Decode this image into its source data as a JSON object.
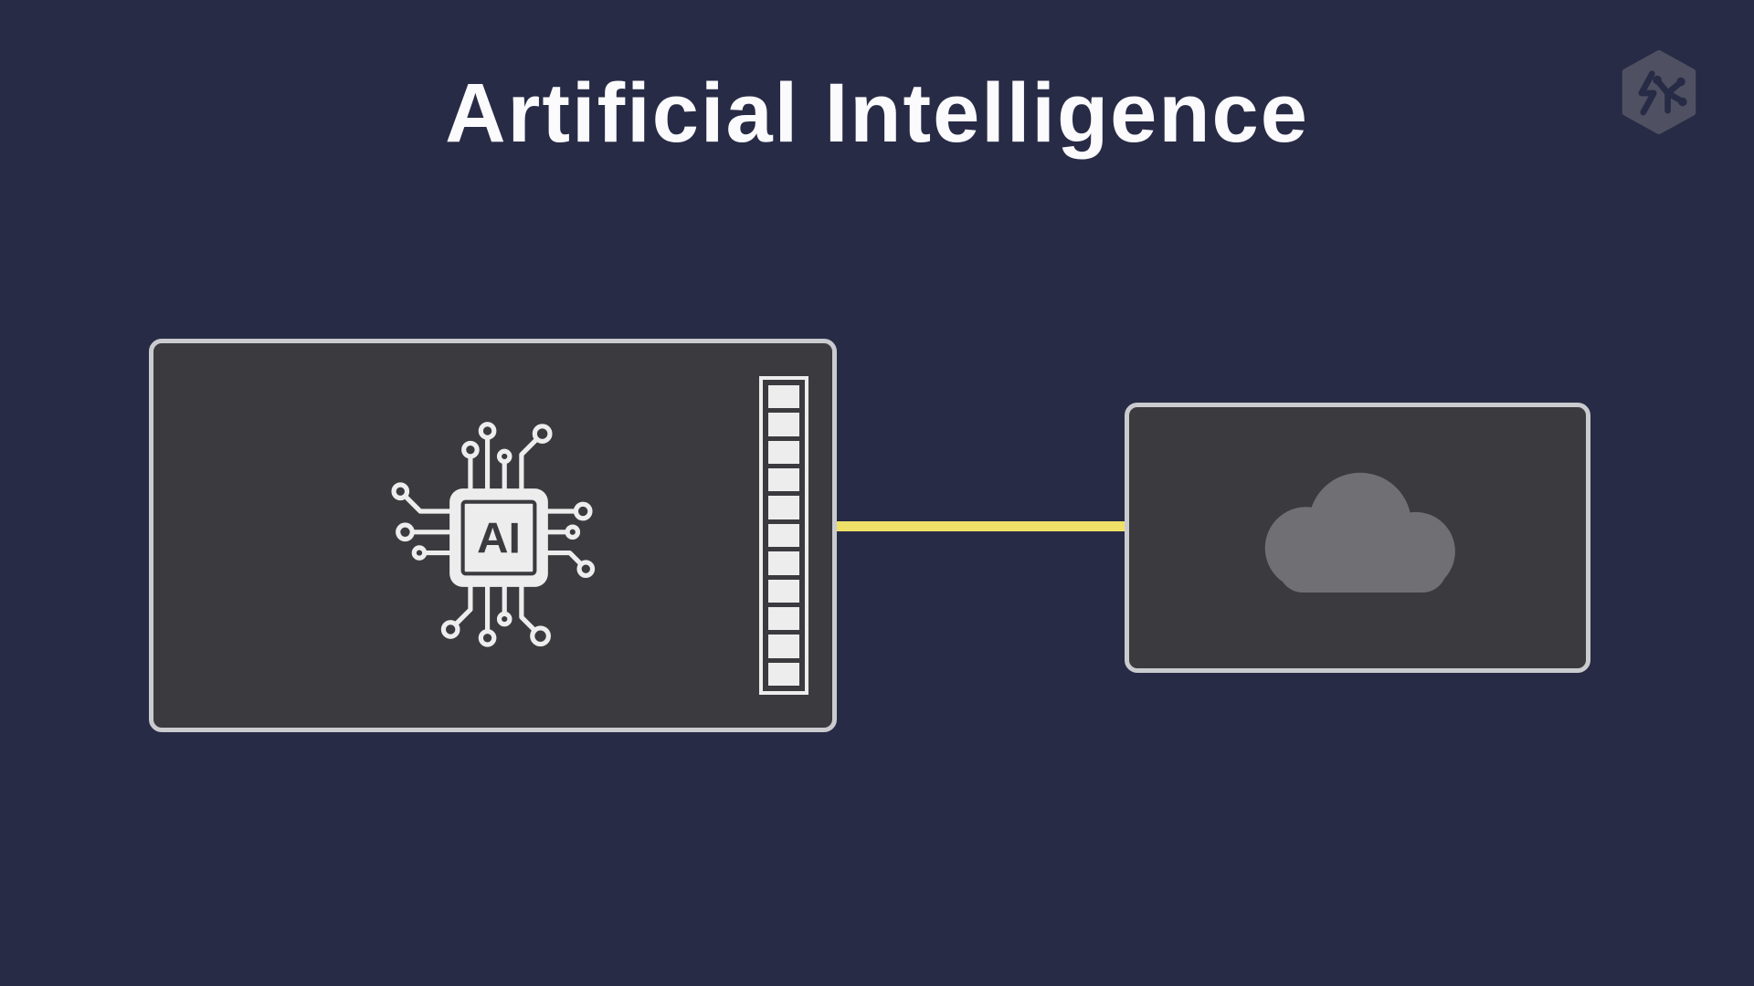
{
  "title": "Artificial Intelligence",
  "colors": {
    "background": "#282b46",
    "box_fill": "#3b3b3f",
    "box_border": "#cacbce",
    "connector_line": "#efe068",
    "chip_fill": "#ededee",
    "chip_text": "#3b3b3f",
    "cloud_fill": "#707074",
    "title_text": "#fbfbfd",
    "logo_fill": "#565868"
  },
  "logo": {
    "icon": "brand-logo-icon"
  },
  "diagram": {
    "chip_label": "AI",
    "nodes": [
      {
        "id": "ai-device",
        "type": "chip-device",
        "icon": "ai-chip-icon"
      },
      {
        "id": "cloud",
        "type": "cloud-server",
        "icon": "cloud-icon"
      }
    ],
    "connector_segments": 11,
    "link": {
      "from": "ai-device",
      "to": "cloud",
      "style": "solid",
      "color": "#efe068"
    }
  }
}
